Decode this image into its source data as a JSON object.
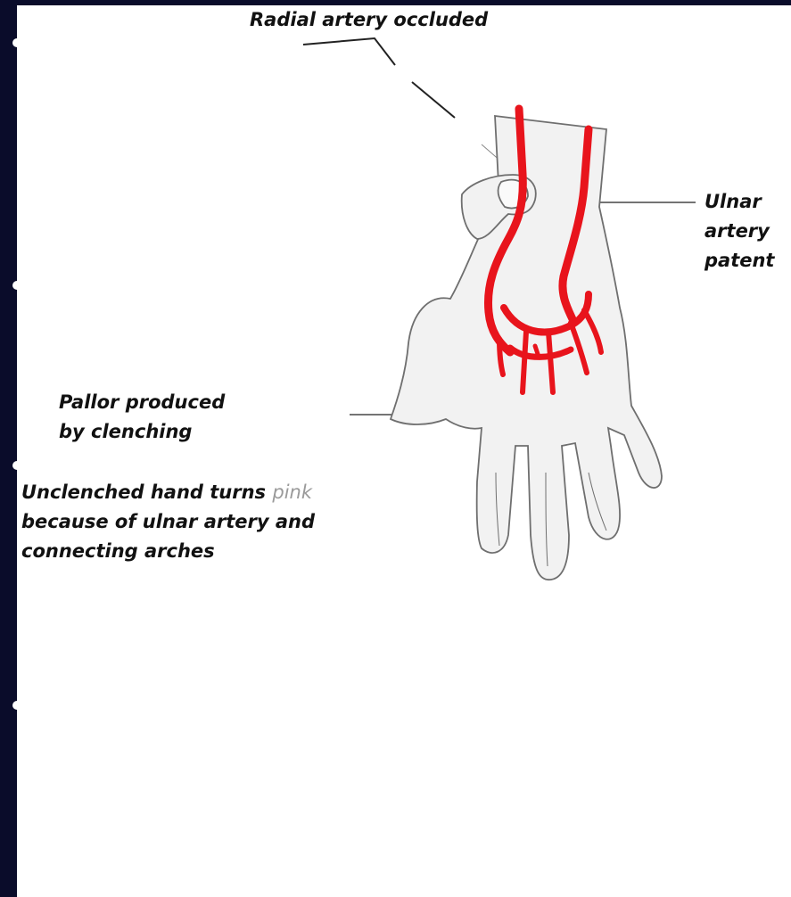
{
  "labels": {
    "radial": "Radial artery occluded",
    "ulnar": [
      "Ulnar",
      "artery",
      "patent"
    ],
    "pallor": [
      "Pallor produced",
      "by clenching"
    ],
    "unclenched_line1_main": "Unclenched hand turns ",
    "unclenched_line1_faint": "pink",
    "unclenched_line2": "because of ulnar artery and",
    "unclenched_line3": "connecting arches"
  },
  "colors": {
    "background": "#0a0c2a",
    "canvas": "#ffffff",
    "artery": "#e8141c",
    "outline": "#6f6f6f",
    "skin": "#f2f2f2"
  }
}
